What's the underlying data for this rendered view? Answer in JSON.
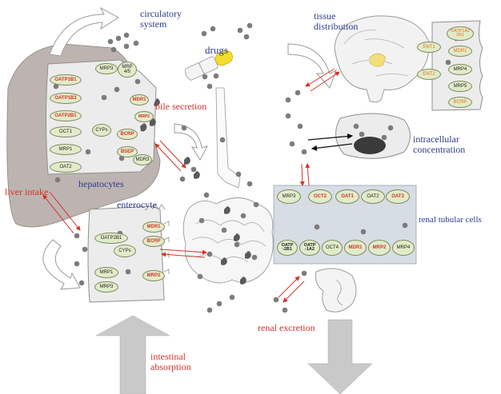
{
  "labels": {
    "circulatory": "circulatory\nsystem",
    "tissue": "tissue\ndistribution",
    "drugs": "drugs",
    "bile": "bile secretion",
    "hepatocytes": "hepatocytes",
    "liver_intake": "liver intake",
    "enterocyte": "enterocyte",
    "intracellular": "intracellular\nconcentration",
    "renal_tubular": "renal tubular cells",
    "renal_excretion": "renal excretion",
    "intestinal": "intestinal\nabsorption"
  },
  "transporters": {
    "hep_oatp1b1": "OATP1B1",
    "hep_oatp1b3": "OATP1B3",
    "hep_oatp2b1": "OATP2B1",
    "hep_oct1": "OCT1",
    "hep_mrp1": "MRP1",
    "hep_oat2": "OAT2",
    "hep_mrp3": "MRP3",
    "hep_mrp45": "MRP\n4/5",
    "hep_mdr1": "MDR1",
    "hep_mrp2": "MRP2",
    "hep_cyps": "CYPs",
    "hep_bcrp": "BCRP",
    "hep_bsep": "BSEP",
    "hep_mdr3": "MDR3",
    "ent_oatp2b1": "OATP2B1",
    "ent_mdr1": "MDR1",
    "ent_bcrp": "BCRP",
    "ent_cyps": "CYPs",
    "ent_mrp1": "MRP1",
    "ent_mrp3": "MRP3",
    "ent_mrp2": "MRP2",
    "brain_ent1": "ENT1",
    "brain_ent2": "ENT2",
    "brain_oatp1a2": "OATP1A2\n2B1",
    "brain_mdr1": "MDR1",
    "brain_mrp4": "MRP4",
    "brain_mrp5": "MRP5",
    "brain_bcrp": "BCRP",
    "ren_mrp3": "MRP3",
    "ren_oct2": "OCT2",
    "ren_oat1": "OAT1",
    "ren_oat2": "OAT2",
    "ren_oat3": "OAT3",
    "ren_oatp2b1": "OATP\n-2B1",
    "ren_oatp1a2": "OATP\n-1A2",
    "ren_oct4": "OCT4",
    "ren_mdr1": "MDR1",
    "ren_mrp2": "MRP2",
    "ren_mrp4": "MRP4"
  },
  "colors": {
    "label_blue": "#2e3b8c",
    "label_red": "#d4332a",
    "transporter_fill": "#e2ebc9",
    "cell_fill": "#ececec",
    "liver_fill": "#bdb4b1",
    "renal_band": "#d7dde4",
    "drug_dot": "#7c7c7c",
    "arrow_red": "#d4332a",
    "block_arrow": "#c9c9c9"
  }
}
